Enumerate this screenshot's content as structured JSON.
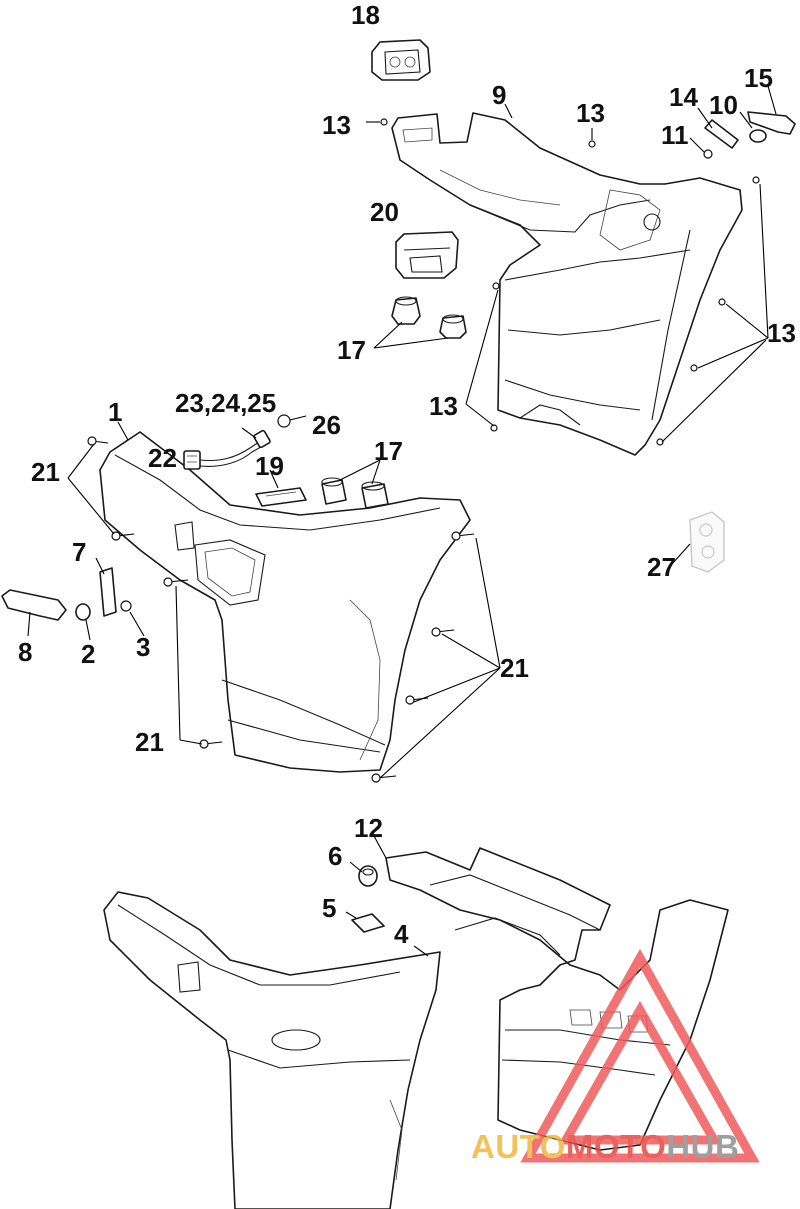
{
  "callouts": {
    "c1": "1",
    "c2": "2",
    "c3": "3",
    "c4": "4",
    "c5": "5",
    "c6": "6",
    "c7": "7",
    "c8": "8",
    "c9": "9",
    "c10": "10",
    "c11": "11",
    "c12": "12",
    "c13a": "13",
    "c13b": "13",
    "c13c": "13",
    "c13d": "13",
    "c14": "14",
    "c15": "15",
    "c17a": "17",
    "c17b": "17",
    "c18": "18",
    "c19": "19",
    "c20": "20",
    "c21a": "21",
    "c21b": "21",
    "c21c": "21",
    "c22": "22",
    "c23": "23,24,25",
    "c26": "26",
    "c27": "27"
  },
  "watermark": {
    "part1": "AUTO",
    "part2": "MOTO",
    "part3": "HUB",
    "colors": {
      "auto": "#f3b73d",
      "moto": "#e8463f",
      "hub": "#8f8f8f",
      "triangle": "#ef5b5b"
    }
  }
}
